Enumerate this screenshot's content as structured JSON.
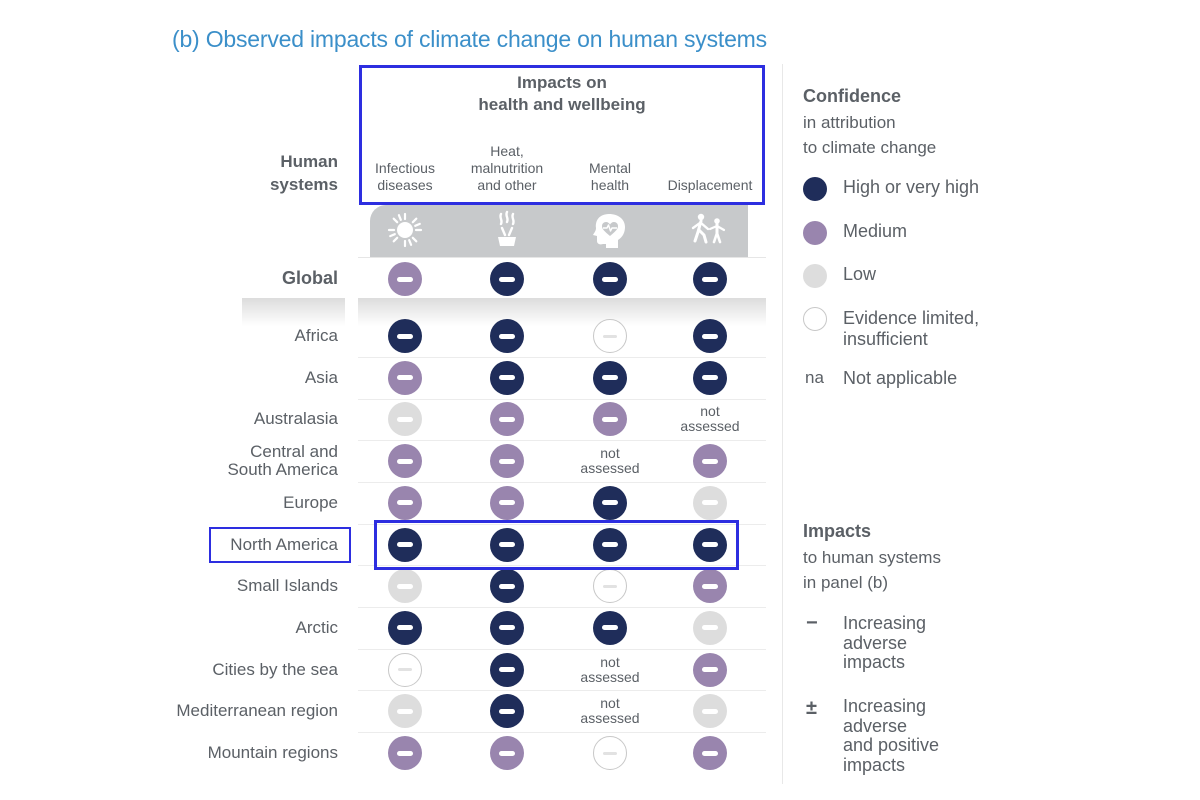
{
  "panel_title": "(b) Observed impacts of climate change on human systems",
  "header": {
    "human_systems": "Human\nsystems",
    "group_title": "Impacts on\nhealth and wellbeing",
    "columns": [
      {
        "label": "Infectious\ndiseases",
        "icon": "virus-icon"
      },
      {
        "label": "Heat,\nmalnutrition\nand other",
        "icon": "heat-malnutrition-icon"
      },
      {
        "label": "Mental\nhealth",
        "icon": "mental-health-icon"
      },
      {
        "label": "Displacement",
        "icon": "displacement-icon"
      }
    ]
  },
  "global": {
    "label": "Global",
    "cells": [
      "medium",
      "high",
      "high",
      "high"
    ]
  },
  "rows": [
    {
      "label": "Africa",
      "cells": [
        "high",
        "high",
        "limited",
        "high"
      ]
    },
    {
      "label": "Asia",
      "cells": [
        "medium",
        "high",
        "high",
        "high"
      ]
    },
    {
      "label": "Australasia",
      "cells": [
        "low",
        "medium",
        "medium",
        "na"
      ]
    },
    {
      "label": "Central and\nSouth America",
      "cells": [
        "medium",
        "medium",
        "na",
        "medium"
      ]
    },
    {
      "label": "Europe",
      "cells": [
        "medium",
        "medium",
        "high",
        "low"
      ]
    },
    {
      "label": "North America",
      "cells": [
        "high",
        "high",
        "high",
        "high"
      ]
    },
    {
      "label": "Small Islands",
      "cells": [
        "low",
        "high",
        "limited",
        "medium"
      ]
    },
    {
      "label": "Arctic",
      "cells": [
        "high",
        "high",
        "high",
        "low"
      ]
    },
    {
      "label": "Cities by the sea",
      "cells": [
        "limited",
        "high",
        "na",
        "medium"
      ]
    },
    {
      "label": "Mediterranean region",
      "cells": [
        "low",
        "high",
        "na",
        "low"
      ]
    },
    {
      "label": "Mountain regions",
      "cells": [
        "medium",
        "medium",
        "limited",
        "medium"
      ]
    }
  ],
  "not_assessed_text": "not\nassessed",
  "highlight": {
    "row": "North America"
  },
  "legend": {
    "confidence": {
      "title": "Confidence",
      "subtitle": "in attribution\nto climate change",
      "items": [
        {
          "level": "high",
          "label": "High or very high",
          "color": "#1f2d5a"
        },
        {
          "level": "medium",
          "label": "Medium",
          "color": "#9985ae"
        },
        {
          "level": "low",
          "label": "Low",
          "color": "#dddddd"
        },
        {
          "level": "limited",
          "label": "Evidence limited,\ninsufficient",
          "color": "#ffffff"
        }
      ],
      "na": {
        "symbol": "na",
        "label": "Not applicable"
      }
    },
    "impacts": {
      "title": "Impacts",
      "subtitle": "to human systems\nin panel (b)",
      "items": [
        {
          "symbol": "−",
          "label": "Increasing\nadverse\nimpacts"
        },
        {
          "symbol": "±",
          "label": "Increasing\nadverse\nand positive\nimpacts"
        }
      ]
    }
  }
}
